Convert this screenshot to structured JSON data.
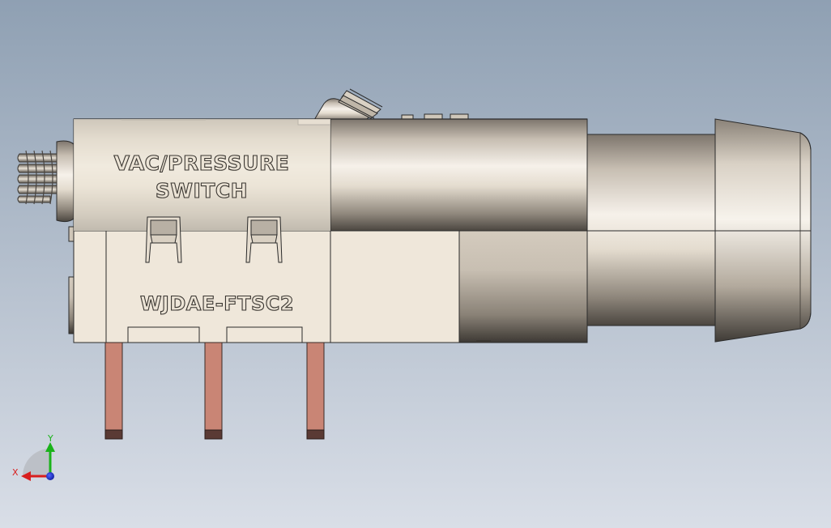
{
  "labels": {
    "line1": "VAC/PRESSURE",
    "line2": "SWITCH",
    "part_number": "WJDAE-FTSC2"
  },
  "triad": {
    "x_label": "X",
    "y_label": "Y"
  },
  "colors": {
    "background_top": "#8fa0b3",
    "background_bottom": "#d7dde6",
    "housing": "#efe7da",
    "housing_outline": "#2b2b2b",
    "terminal": "#c98575",
    "terminal_tip": "#5a3a34",
    "x_axis": "#d81e1e",
    "y_axis": "#1ab31a",
    "z_axis": "#1a2ecc"
  }
}
